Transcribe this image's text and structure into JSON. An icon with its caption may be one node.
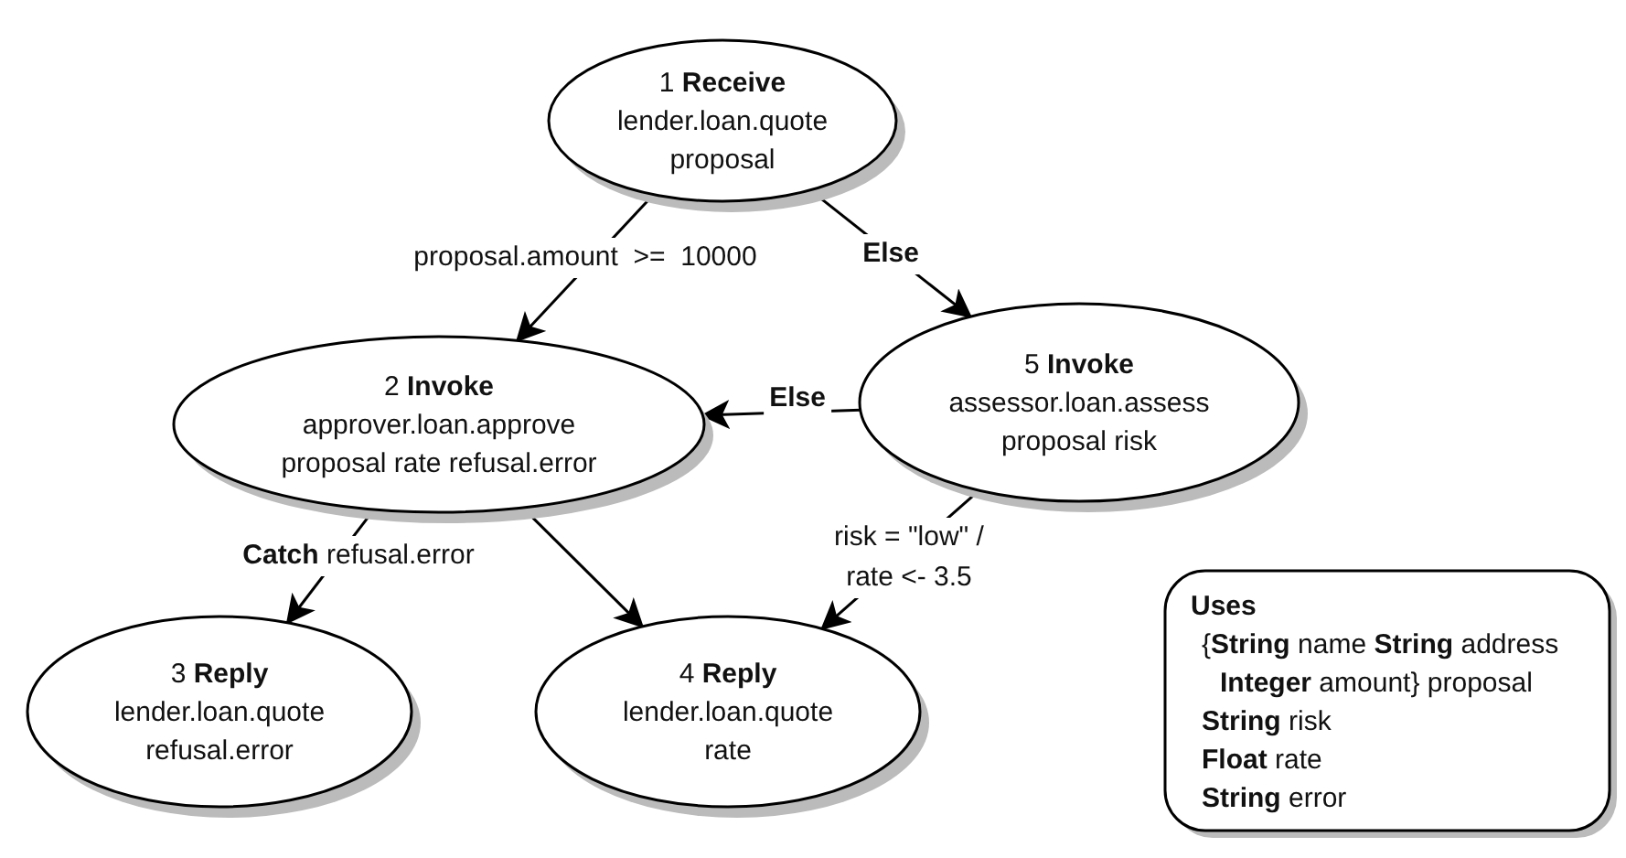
{
  "diagram": {
    "nodes": [
      {
        "text": [
          "1 **Receive**",
          "lender.loan.quote",
          "proposal"
        ]
      },
      {
        "text": [
          "2 **Invoke**",
          "approver.loan.approve",
          "proposal rate refusal.error"
        ]
      },
      {
        "text": [
          "3 **Reply**",
          "lender.loan.quote",
          "refusal.error"
        ]
      },
      {
        "text": [
          "4 **Reply**",
          "lender.loan.quote",
          "rate"
        ]
      },
      {
        "text": [
          "5 **Invoke**",
          "assessor.loan.assess",
          "proposal risk"
        ]
      },
      {
        "text": [
          "Uses",
          "{**String** name **String** address **Integer** amount} proposal",
          "**String** risk",
          "**Float** rate",
          "**String** error"
        ]
      }
    ],
    "edges": [
      {
        "from": 0,
        "to": 1,
        "arrow": "to",
        "label": "proposal.amount  >=  10000"
      },
      {
        "from": 0,
        "to": 4,
        "arrow": "to",
        "label": "**Else**"
      },
      {
        "from": 4,
        "to": 1,
        "arrow": "to",
        "label": "**Else**"
      },
      {
        "from": 1,
        "to": 2,
        "arrow": "to",
        "label": "**Catch** refusal.error"
      },
      {
        "from": 1,
        "to": 3,
        "arrow": "to"
      },
      {
        "from": 4,
        "to": 3,
        "arrow": "to",
        "label": "risk = \"low\" / rate <- 3.5"
      }
    ]
  }
}
